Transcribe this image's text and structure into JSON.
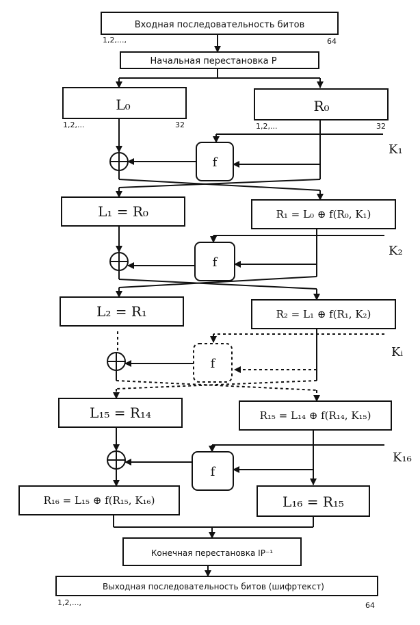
{
  "top": {
    "input_label": "Входная последовательность битов",
    "input_start": "1,2,...,",
    "input_end": "64",
    "initial_perm": "Начальная перестановка P"
  },
  "round0": {
    "left": "L₀",
    "right": "R₀",
    "left_start": "1,2,...",
    "left_end": "32",
    "right_start": "1,2,...",
    "right_end": "32",
    "key": "K₁",
    "func": "f"
  },
  "round1": {
    "left": "L₁ = R₀",
    "right": "R₁ = L₀ ⊕ f(R₀, K₁)",
    "key": "K₂",
    "func": "f"
  },
  "round2": {
    "left": "L₂ = R₁",
    "right": "R₂ = L₁ ⊕ f(R₁, K₂)",
    "key": "Kᵢ",
    "func": "f"
  },
  "round15": {
    "left": "L₁₅ = R₁₄",
    "right": "R₁₅ = L₁₄ ⊕ f(R₁₄, K₁₅)",
    "key": "K₁₆",
    "func": "f"
  },
  "round16": {
    "left": "R₁₆ = L₁₅ ⊕ f(R₁₅, K₁₆)",
    "right": "L₁₆ = R₁₅"
  },
  "bottom": {
    "final_perm": "Конечная перестановка IP⁻¹",
    "output_label": "Выходная последовательность битов (шифртекст)",
    "output_start": "1,2,...,",
    "output_end": "64"
  }
}
